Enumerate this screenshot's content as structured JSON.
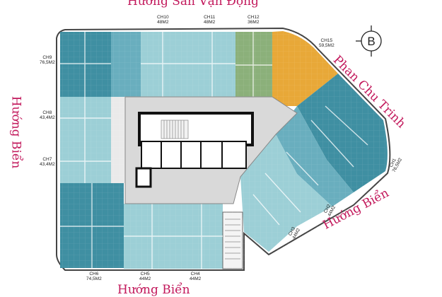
{
  "directions": {
    "top": "Hướng Sân Vận Động",
    "left": "Hướng Biển",
    "bottom": "Hướng Biển",
    "right_bottom": "Hướng Biển",
    "right_top": "Phan Chu Trinh"
  },
  "compass_letter": "B",
  "apartments": [
    {
      "code": "CH10",
      "area": "48M2"
    },
    {
      "code": "CH11",
      "area": "48M2"
    },
    {
      "code": "CH12",
      "area": "36M2"
    },
    {
      "code": "CH15",
      "area": "59,5M2"
    },
    {
      "code": "CH9",
      "area": "76,5M2"
    },
    {
      "code": "CH8",
      "area": "43,4M2"
    },
    {
      "code": "CH7",
      "area": "43,4M2"
    },
    {
      "code": "CH6",
      "area": "74,5M2"
    },
    {
      "code": "CH5",
      "area": "44M2"
    },
    {
      "code": "CH4",
      "area": "44M2"
    },
    {
      "code": "CH3",
      "area": "44M2"
    },
    {
      "code": "CH2",
      "area": "44M2"
    },
    {
      "code": "CH1",
      "area": "76,5M2"
    }
  ],
  "colors": {
    "teal_dark": "#3f8fa2",
    "teal_mid": "#69aebe",
    "teal_light": "#9ccfd6",
    "green": "#8bb07a",
    "orange": "#e8a838",
    "core": "#d8d8d8",
    "direction_text": "#c2185b"
  }
}
